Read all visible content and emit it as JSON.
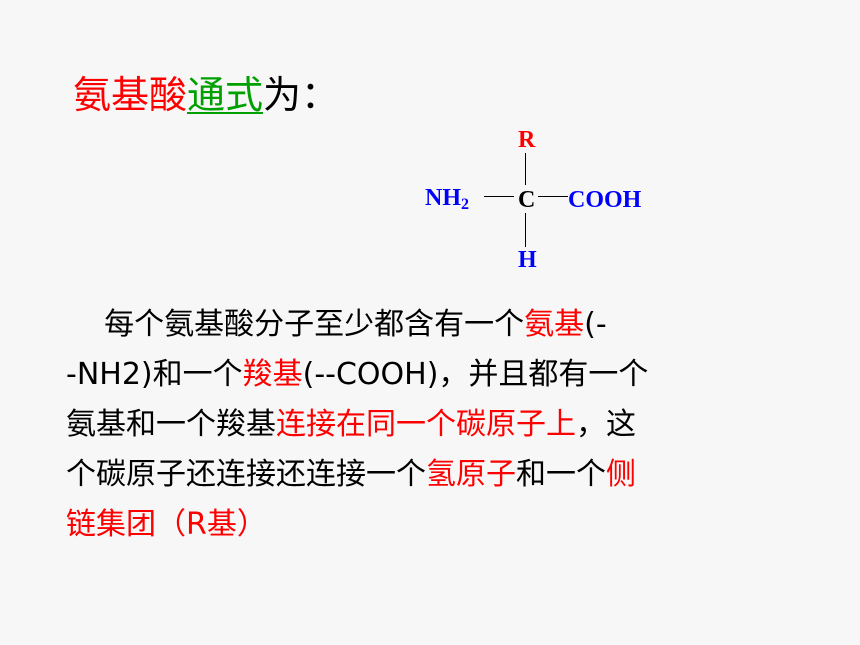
{
  "title": {
    "part1": "氨基酸",
    "part2": "通式",
    "part3": "为："
  },
  "formula": {
    "r_group": "R",
    "amine_base": "NH",
    "amine_sub": "2",
    "alpha_carbon": "C",
    "carboxyl": "COOH",
    "hydrogen": "H"
  },
  "paragraph": {
    "line1_a": "    每个氨基酸分子至少都含有一个",
    "line1_b": "氨基",
    "line1_c": "(-",
    "line2_a": "-NH2)和一个",
    "line2_b": "羧基",
    "line2_c": "(--COOH)，并且都有一个",
    "line3_a": "氨基和一个羧基",
    "line3_b": "连接在同一个碳原子上",
    "line3_c": "，这",
    "line4_a": "个碳原子还连接还连接一个",
    "line4_b": "氢原子",
    "line4_c": "和一个",
    "line4_d": "侧",
    "line5_a": "链集团（",
    "line5_b": "R基）"
  }
}
